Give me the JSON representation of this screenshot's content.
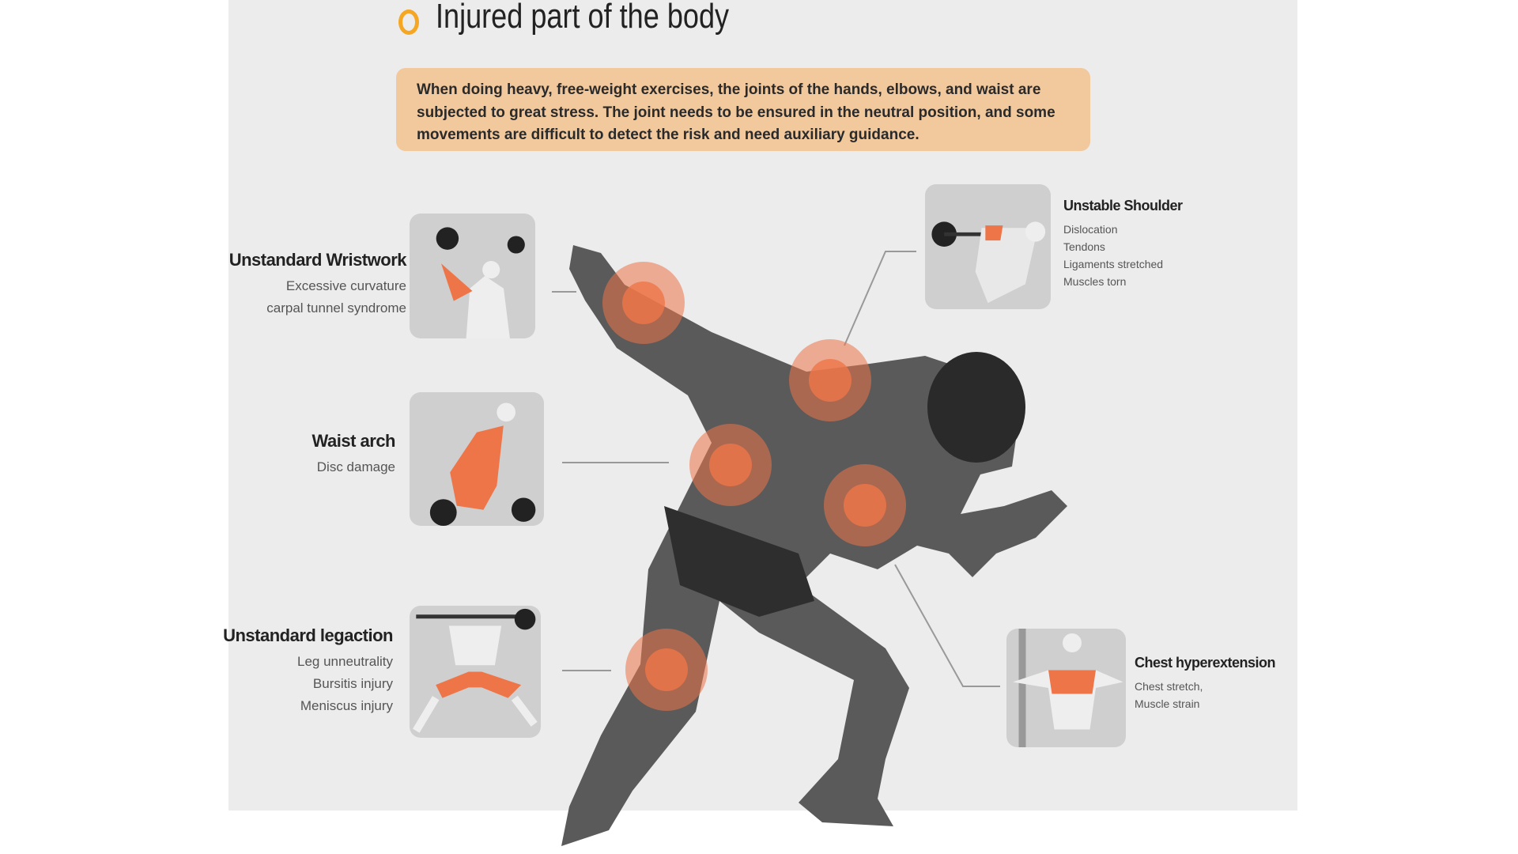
{
  "header": {
    "title": "Injured part of the body",
    "icon": "circle-bullet-icon",
    "accent": "#f5a623"
  },
  "intro": {
    "text": "When doing heavy, free-weight exercises, the joints of the hands, elbows, and waist are subjected to great stress. The joint needs to be ensured in the neutral position, and some movements are difficult to detect the risk and need auxiliary guidance.",
    "background": "#f2c89d"
  },
  "injuries": {
    "wrist": {
      "title": "Unstandard Wristwork",
      "items": [
        "Excessive curvature",
        "carpal tunnel syndrome"
      ]
    },
    "waist": {
      "title": "Waist arch",
      "items": [
        "Disc damage"
      ]
    },
    "leg": {
      "title": "Unstandard legaction",
      "items": [
        "Leg unneutrality",
        "Bursitis injury",
        "Meniscus injury"
      ]
    },
    "shoulder": {
      "title": "Unstable  Shoulder",
      "items": [
        "Dislocation",
        "Tendons",
        "Ligaments stretched",
        "Muscles torn"
      ]
    },
    "chest": {
      "title": "Chest hyperextension",
      "items": [
        "Chest stretch,",
        "Muscle strain"
      ]
    }
  },
  "colors": {
    "hotspot": "#ee7548",
    "panel": "#ececec"
  }
}
